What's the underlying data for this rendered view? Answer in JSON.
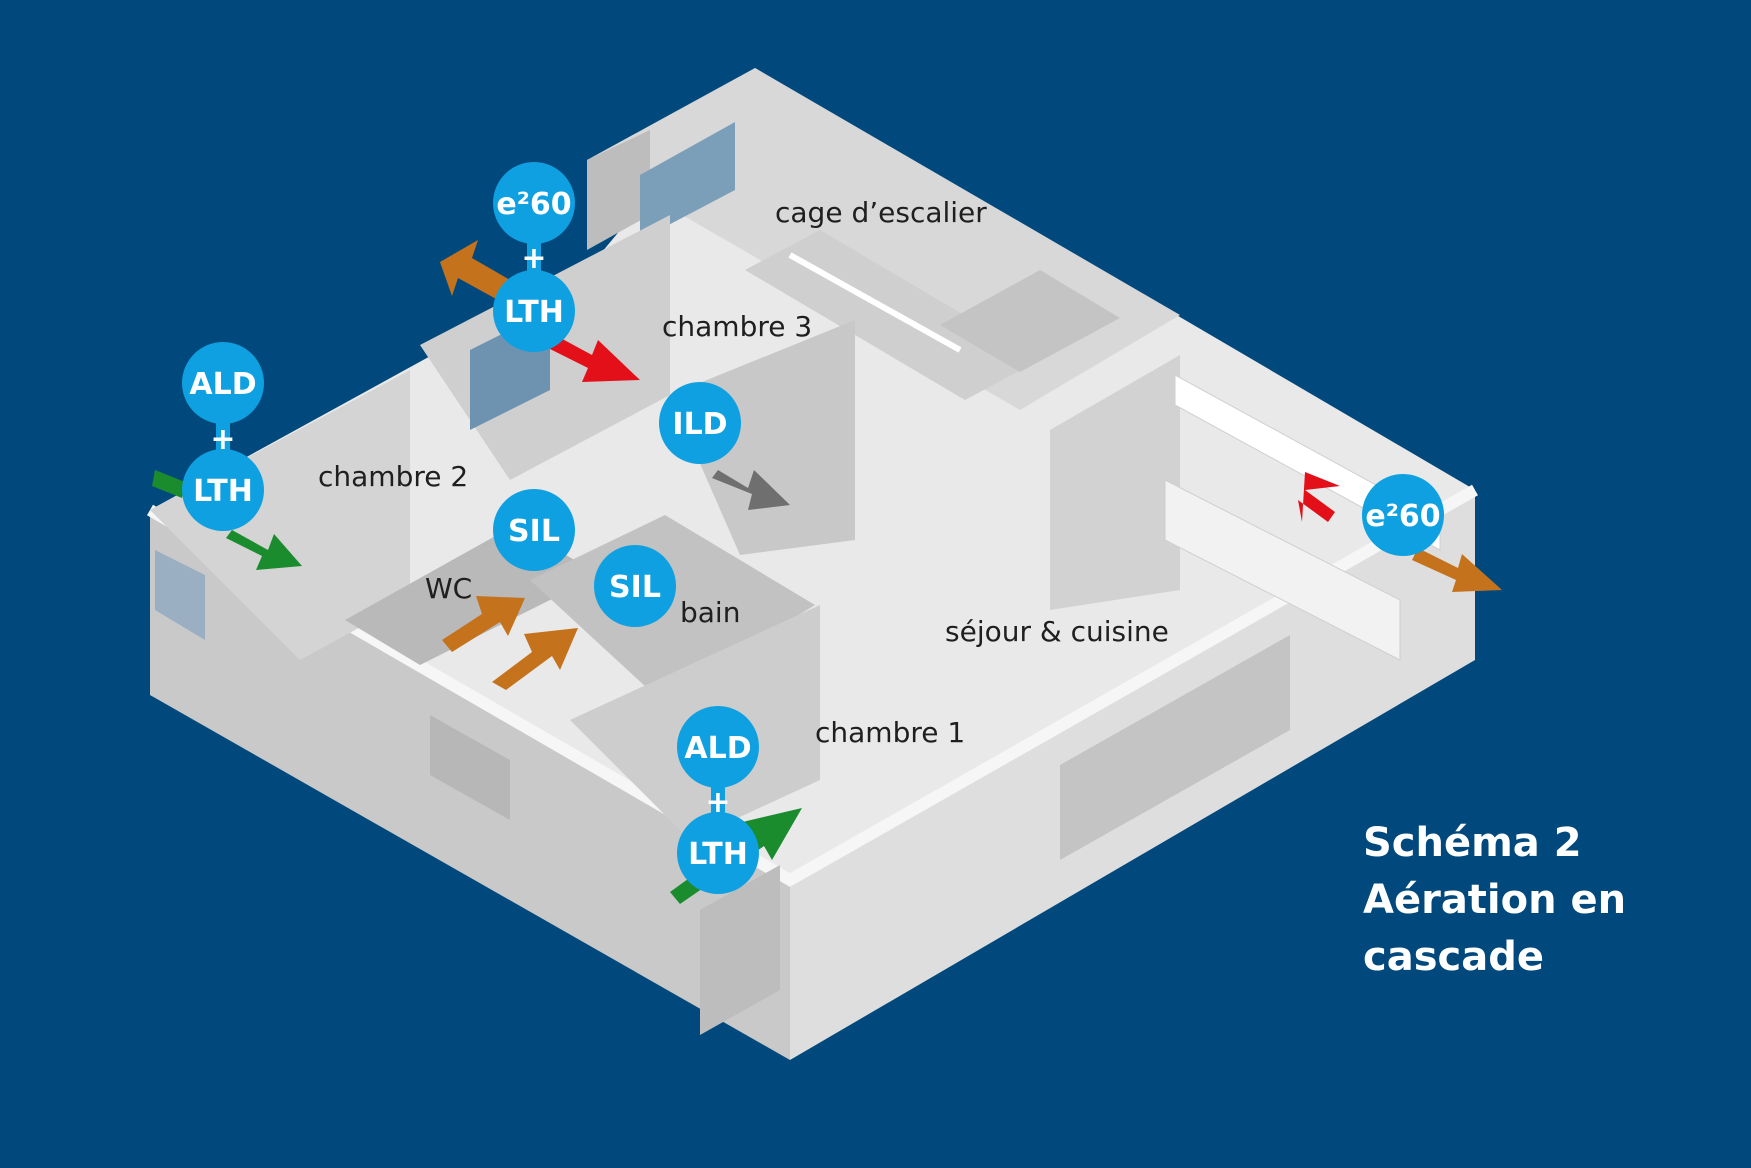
{
  "caption": {
    "line1": "Schéma 2",
    "line2": "Aération en",
    "line3": "cascade"
  },
  "rooms": {
    "cage": "cage d’escalier",
    "chambre3": "chambre 3",
    "chambre2": "chambre 2",
    "wc": "WC",
    "bain": "bain",
    "sejour": "séjour & cuisine",
    "chambre1": "chambre 1"
  },
  "badges": {
    "e260_top": "e²60",
    "lth_top": "LTH",
    "ald_left": "ALD",
    "lth_left": "LTH",
    "ild": "ILD",
    "sil_wc": "SIL",
    "sil_bain": "SIL",
    "e260_right": "e²60",
    "ald_bottom": "ALD",
    "lth_bottom": "LTH",
    "plus": "+"
  },
  "colors": {
    "background": "#01497D",
    "badge": "#0EA0E0",
    "arrow_orange": "#C5721C",
    "arrow_red": "#E3101A",
    "arrow_green": "#1A8C2E",
    "arrow_gray": "#6F6F6F"
  }
}
